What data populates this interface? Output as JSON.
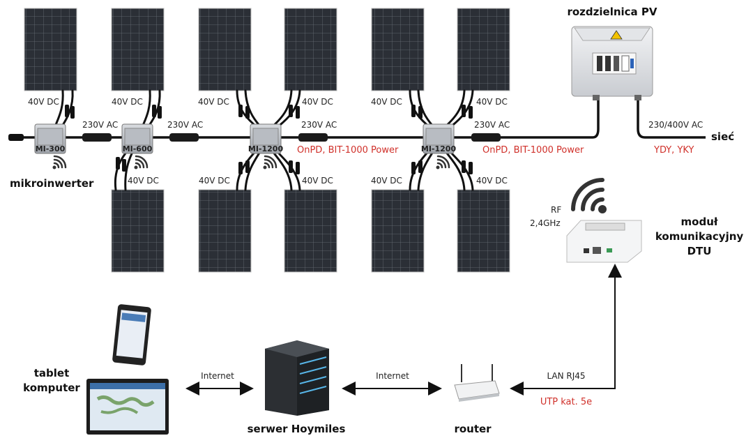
{
  "dc_labels": [
    "40V DC",
    "40V DC",
    "40V DC",
    "40V DC",
    "40V DC",
    "40V DC",
    "40V DC",
    "40V DC",
    "40V DC",
    "40V DC",
    "40V DC"
  ],
  "ac_labels": [
    "230V AC",
    "230V AC",
    "230V AC",
    "230V AC"
  ],
  "cable_labels": [
    "OnPD, BIT-1000 Power",
    "OnPD, BIT-1000 Power"
  ],
  "inverters": [
    "MI-300",
    "MI-600",
    "MI-1200",
    "MI-1200"
  ],
  "mikroinwerter_label": "mikroinwerter",
  "switchboard": {
    "title": "rozdzielnica PV",
    "output_label": "230/400V AC",
    "grid_label": "sieć",
    "cable_label": "YDY, YKY"
  },
  "dtu": {
    "rf_label_1": "RF",
    "rf_label_2": "2,4GHz",
    "title_1": "moduł",
    "title_2": "komunikacyjny",
    "title_3": "DTU"
  },
  "bottom": {
    "tablet_label_1": "tablet",
    "tablet_label_2": "komputer",
    "internet_1": "Internet",
    "internet_2": "Internet",
    "server_label": "serwer Hoymiles",
    "router_label": "router",
    "lan_label": "LAN RJ45",
    "utp_label": "UTP kat. 5e"
  },
  "colors": {
    "panel": "#2b2f36",
    "panel_grid": "#6a7078",
    "accent_red": "#d0302a",
    "line": "#111111"
  }
}
